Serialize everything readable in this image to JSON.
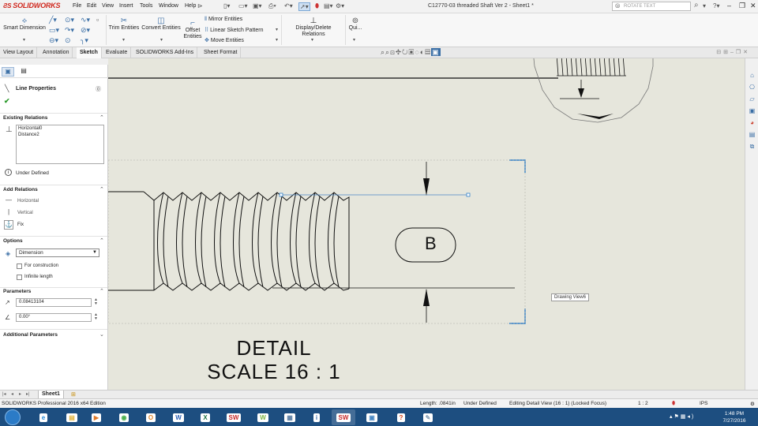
{
  "app": {
    "logo_text": "SOLIDWORKS",
    "menu": [
      "File",
      "Edit",
      "View",
      "Insert",
      "Tools",
      "Window",
      "Help"
    ],
    "document_title": "C12770-03 threaded Shaft Ver 2 - Sheet1 *",
    "search_placeholder": "ROTATE TEXT"
  },
  "command_manager": {
    "smart_dimension": "Smart Dimension",
    "trim_entities": "Trim Entities",
    "convert_entities": "Convert Entities",
    "offset_entities_1": "Offset",
    "offset_entities_2": "Entities",
    "mirror_entities": "Mirror Entities",
    "linear_pattern": "Linear Sketch Pattern",
    "move_entities": "Move Entities",
    "display_delete_relations": "Display/Delete Relations",
    "quick_snaps": "Qui..."
  },
  "tabs": [
    "View Layout",
    "Annotation",
    "Sketch",
    "Evaluate",
    "SOLIDWORKS Add-Ins",
    "Sheet Format"
  ],
  "active_tab": "Sketch",
  "property_manager": {
    "title": "Line Properties",
    "existing_relations_header": "Existing Relations",
    "existing_relations": [
      "Horizontal0",
      "Distance2"
    ],
    "status": "Under Defined",
    "add_relations_header": "Add Relations",
    "add_relations": [
      "Horizontal",
      "Vertical",
      "Fix"
    ],
    "options_header": "Options",
    "options_select": "Dimension",
    "for_construction": "For construction",
    "infinite_length": "Infinite length",
    "parameters_header": "Parameters",
    "length_value": "0.08413104",
    "angle_value": "0.00°",
    "additional_parameters_header": "Additional Parameters"
  },
  "drawing": {
    "detail_line1": "DETAIL",
    "detail_line2": "SCALE 16 : 1",
    "detail_label": "B",
    "tooltip": "Drawing View6"
  },
  "sheet": {
    "tab_label": "Sheet1"
  },
  "status_bar": {
    "edition": "SOLIDWORKS Professional 2016 x64 Edition",
    "length": "Length: .0841in",
    "state": "Under Defined",
    "editing": "Editing Detail View  (16 : 1) (Locked Focus)",
    "scale": "1 : 2",
    "units": "IPS"
  },
  "taskbar": {
    "time": "1:48 PM",
    "date": "7/27/2016",
    "apps": [
      {
        "label": "e",
        "color": "#2a8bd8"
      },
      {
        "label": "▤",
        "color": "#e0b23a"
      },
      {
        "label": "▶",
        "color": "#e07a2a"
      },
      {
        "label": "◉",
        "color": "#4caf50"
      },
      {
        "label": "O",
        "color": "#e0862a"
      },
      {
        "label": "W",
        "color": "#2b5fb4"
      },
      {
        "label": "X",
        "color": "#207245"
      },
      {
        "label": "SW",
        "color": "#c62828"
      },
      {
        "label": "W",
        "color": "#7cb342"
      },
      {
        "label": "▦",
        "color": "#5b7fa6"
      },
      {
        "label": "i",
        "color": "#3f6fb0"
      },
      {
        "label": "SW",
        "color": "#c62828"
      },
      {
        "label": "▣",
        "color": "#4a89c4"
      },
      {
        "label": "?",
        "color": "#d84315"
      },
      {
        "label": "✎",
        "color": "#8aa2b8"
      }
    ]
  },
  "colors": {
    "accent_red": "#d0271d",
    "graphics_bg": "#e6e6dc",
    "selection_blue": "#2f7fc9",
    "taskbar": "#1d4e80"
  }
}
